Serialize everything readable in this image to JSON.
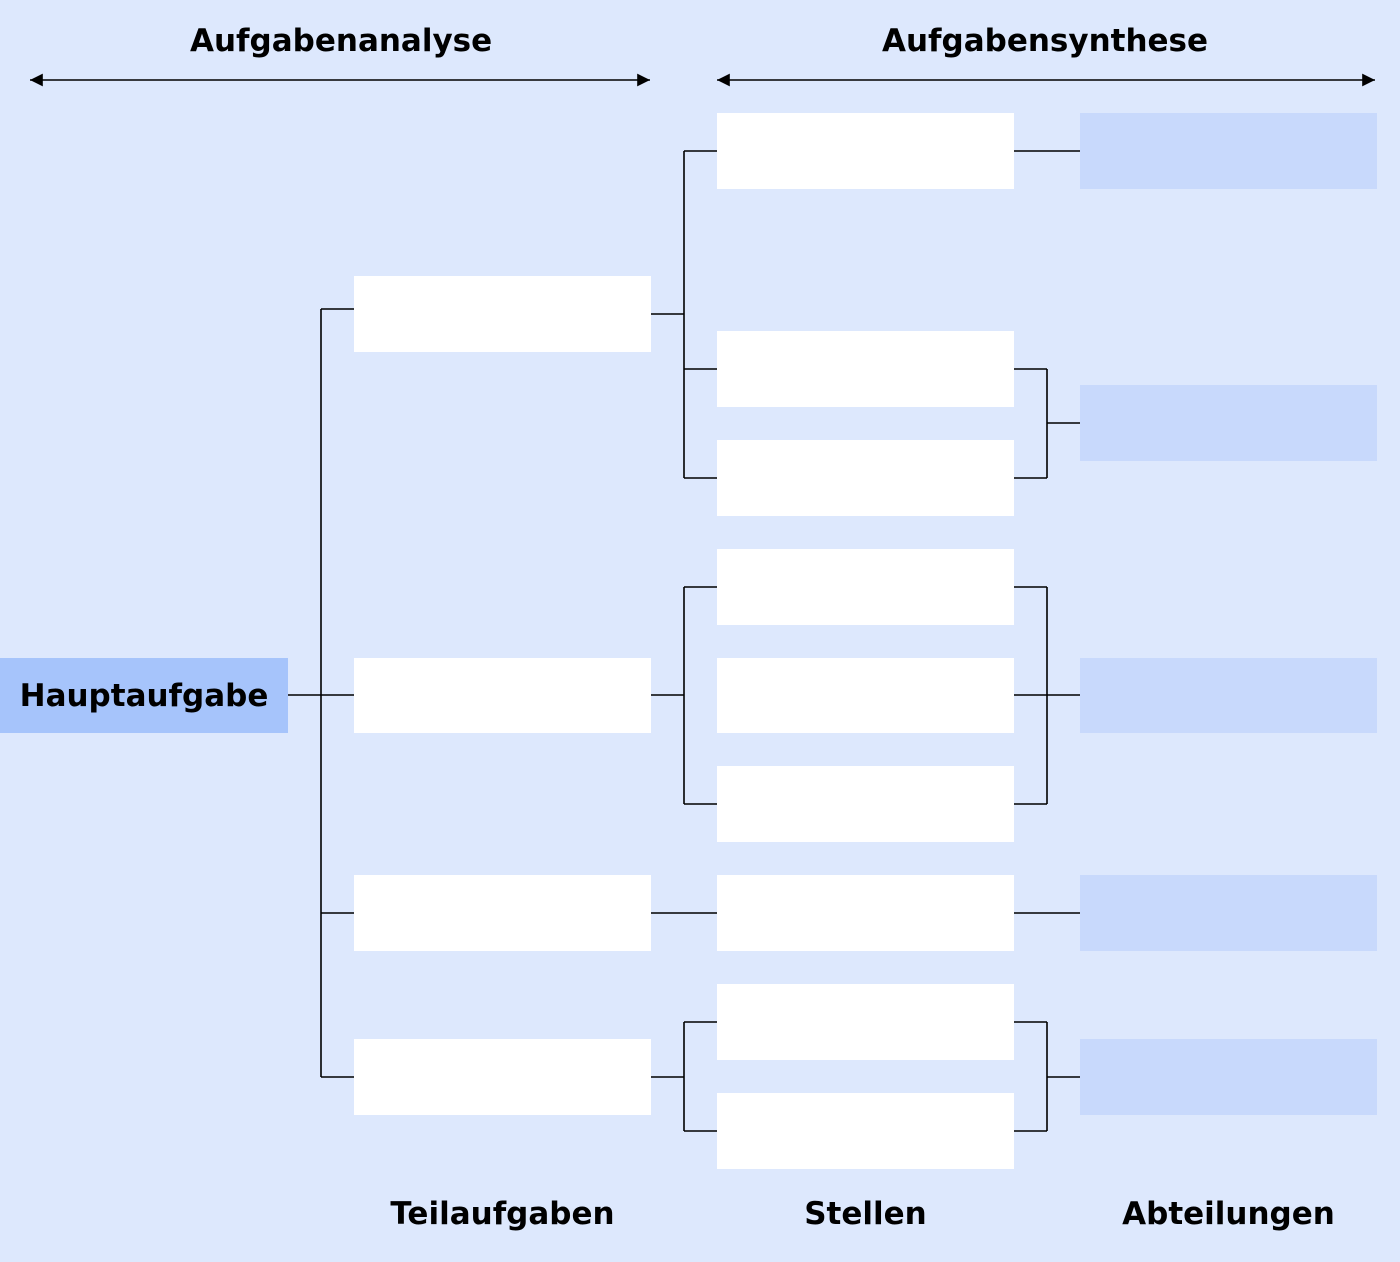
{
  "header": {
    "analysis_label": "Aufgabenanalyse",
    "synthesis_label": "Aufgabensynthese"
  },
  "main_task": {
    "label": "Hauptaufgabe"
  },
  "columns": {
    "subtasks_label": "Teilaufgaben",
    "positions_label": "Stellen",
    "departments_label": "Abteilungen"
  },
  "colors": {
    "background": "#dde8fd",
    "main_task_fill": "#a6c4fb",
    "department_fill": "#c8d9fc",
    "box_fill": "#ffffff",
    "line": "#000000"
  }
}
